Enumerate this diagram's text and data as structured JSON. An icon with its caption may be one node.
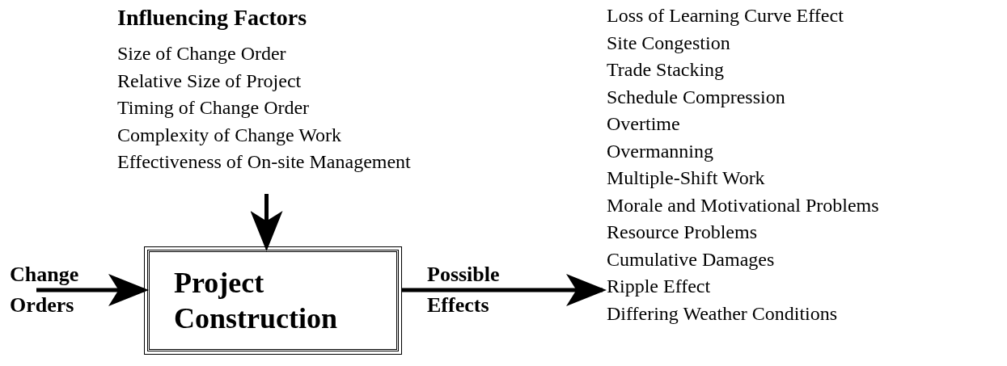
{
  "diagram": {
    "nodes": [
      {
        "text": [
          "Influencing Factors",
          "Size of Change Order",
          "Relative Size of Project",
          "Timing of Change Order",
          "Complexity of Change Work",
          "Effectiveness of On-site Management"
        ]
      },
      {
        "text": [
          "Project Construction"
        ]
      },
      {
        "text": [
          "Loss of Learning Curve Effect",
          "Site Congestion",
          "Trade Stacking",
          "Schedule Compression",
          "Overtime",
          "Overmanning",
          "Multiple-Shift Work",
          "Morale and Motivational Problems",
          "Resource Problems",
          "Cumulative Damages",
          "Ripple Effect",
          "Differing Weather Conditions"
        ]
      }
    ],
    "edges": [
      {
        "from": 0,
        "to": 1,
        "arrow": "to"
      },
      {
        "from": null,
        "to": 1,
        "arrow": "to",
        "label": "Change Orders"
      },
      {
        "from": 1,
        "to": 2,
        "arrow": "to",
        "label": "Possible Effects"
      }
    ]
  }
}
